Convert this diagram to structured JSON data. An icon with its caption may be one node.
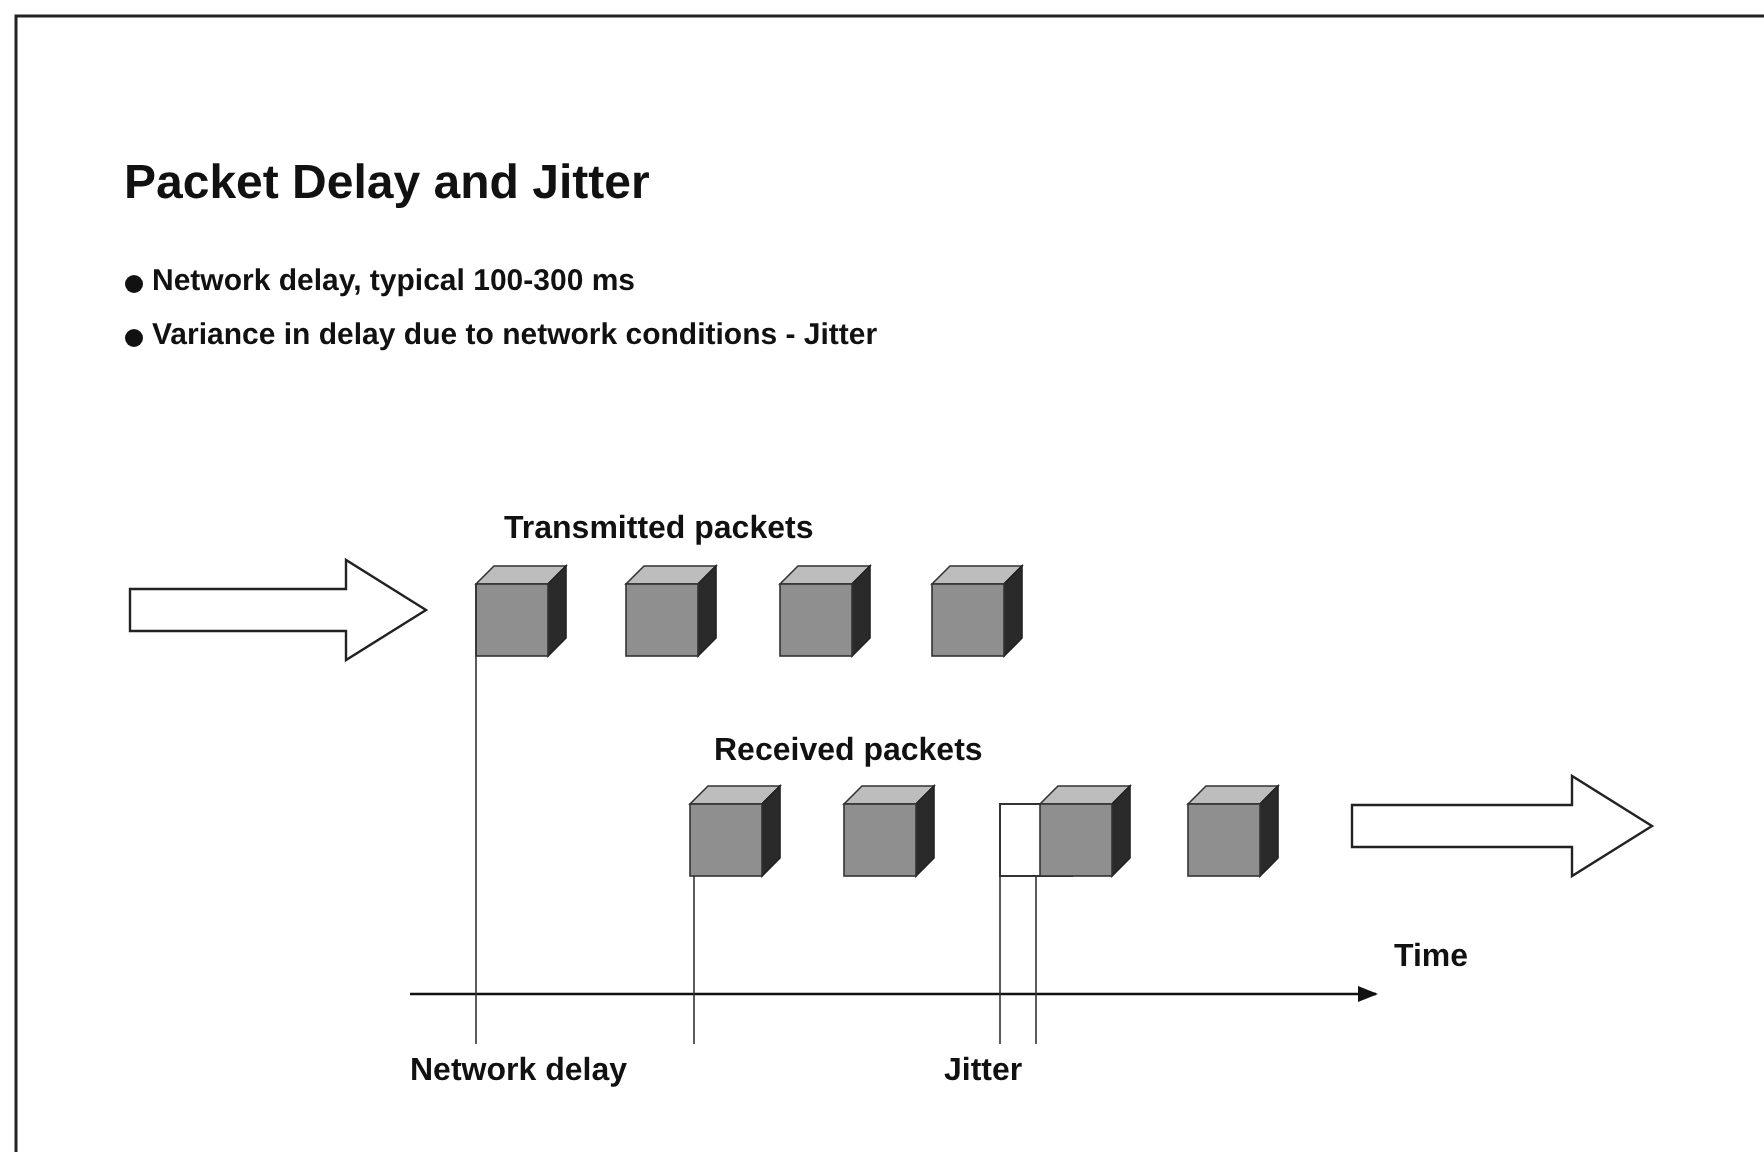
{
  "diagram": {
    "title": "Packet Delay and Jitter",
    "labels": [
      "Network delay, typical 100-300 ms",
      "Variance in delay due to network conditions - Jitter",
      "Transmitted packets",
      "Received packets",
      "Time",
      "Network delay",
      "Jitter"
    ]
  }
}
